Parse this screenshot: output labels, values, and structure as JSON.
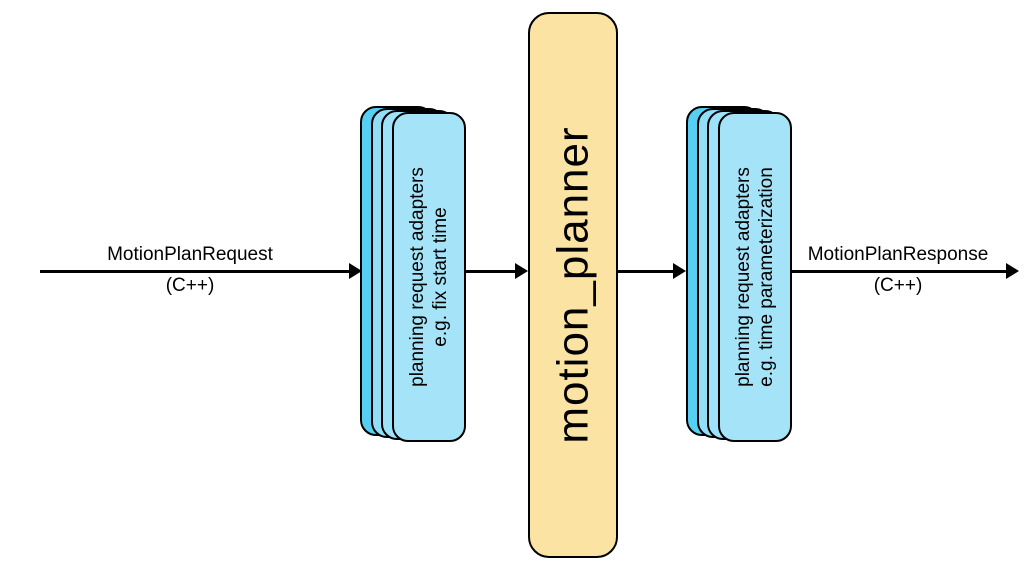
{
  "labels": {
    "input": {
      "name": "MotionPlanRequest",
      "lang": "(C++)"
    },
    "output": {
      "name": "MotionPlanResponse",
      "lang": "(C++)"
    }
  },
  "nodes": {
    "request_adapters": {
      "line1": "planning request adapters",
      "line2": "e.g. fix start time"
    },
    "planner": {
      "label": "motion_planner"
    },
    "response_adapters": {
      "line1": "planning request adapters",
      "line2": "e.g. time parameterization"
    }
  },
  "colors": {
    "stack_back": "#57CFF2",
    "stack_mid1": "#93DEF7",
    "stack_mid2": "#9DE2F9",
    "stack_front": "#A5E4F8",
    "planner_fill": "#FBE3A3",
    "stroke": "#000000"
  }
}
